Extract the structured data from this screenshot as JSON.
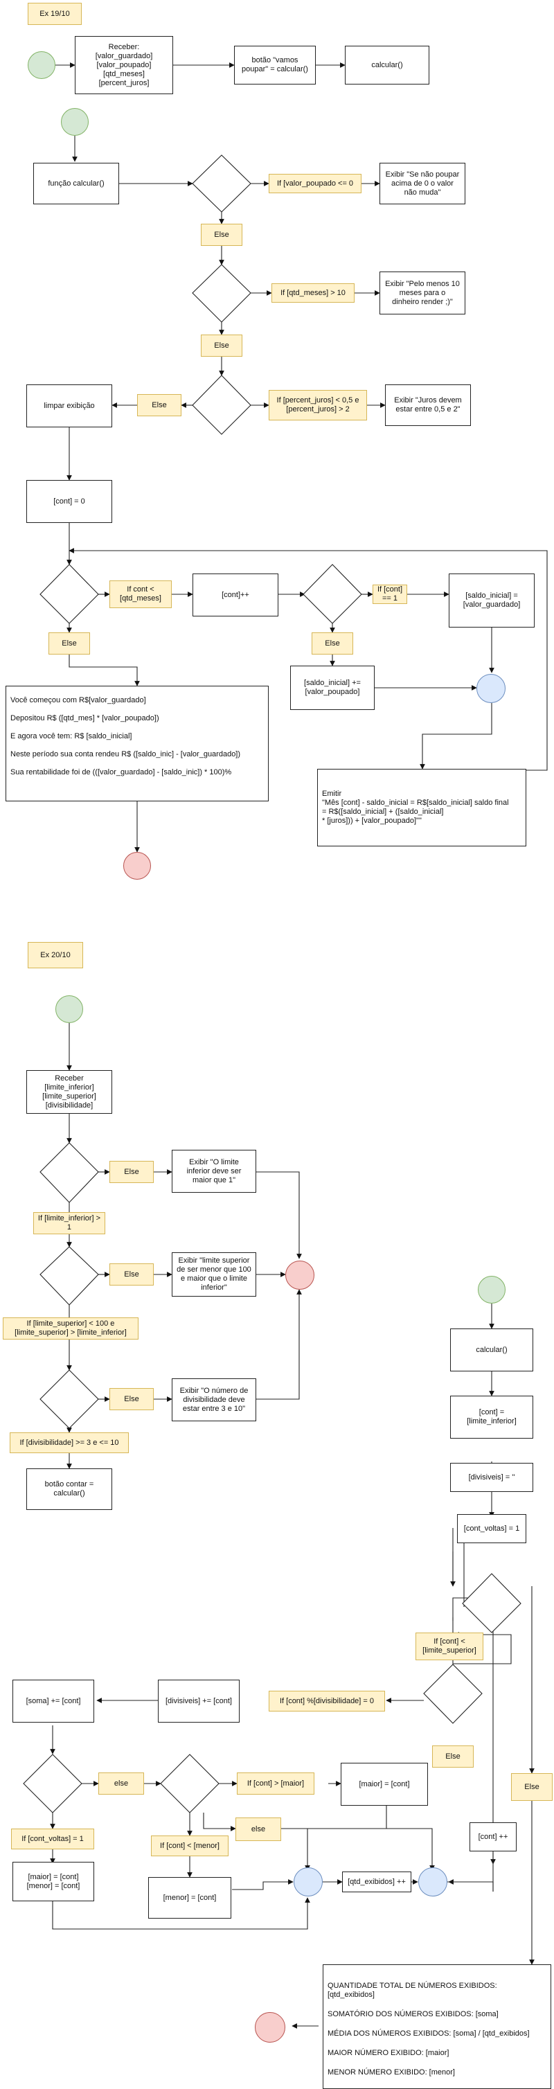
{
  "ex19": {
    "title": "Ex 19/10",
    "receber": "Receber:\n[valor_guardado]\n[valor_poupado]\n[qtd_meses]\n[percent_juros]",
    "botao": "botão \"vamos\npoupar\" = calcular()",
    "calcular": "calcular()",
    "funcao": "função calcular()",
    "cond_poupado": "If [valor_poupado <= 0",
    "msg_poupado": "Exibir \"Se não poupar\nacima de 0 o valor\nnão muda\"",
    "cond_meses": "If [qtd_meses] > 10",
    "msg_meses": "Exibir \"Pelo menos 10\nmeses para o\ndinheiro render ;)\"",
    "cond_juros": "If [percent_juros] < 0,5 e\n[percent_juros] > 2",
    "msg_juros": "Exibir \"Juros devem\nestar entre 0,5 e 2\"",
    "limpar": "limpar exibição",
    "cont_zero": "[cont] = 0",
    "cond_loop": "If cont <\n[qtd_meses]",
    "cont_inc": "[cont]++",
    "cond_cont1": "If [cont] == 1",
    "saldo_init": "[saldo_inicial] =\n[valor_guardado]",
    "saldo_add": "[saldo_inicial] +=\n[valor_poupado]",
    "emitir": "Emitir\n\"Mês [cont] - saldo_inicial = R$[saldo_inicial] saldo final\n= R$([saldo_inicial] + ([saldo_inicial]\n* [juros])) + [valor_poupado]\"\"",
    "result_lines": [
      "Você começou com R$[valor_guardado]",
      "Depositou R$ ([qtd_mes] * [valor_poupado])",
      "E agora você tem: R$ [saldo_inicial]",
      "Neste período sua conta rendeu R$ ([saldo_inic] - [valor_guardado])",
      "Sua rentabilidade foi de (([valor_guardado] - [saldo_inic]) * 100)%"
    ]
  },
  "ex20": {
    "title": "Ex 20/10",
    "receber": "Receber\n[limite_inferior]\n[limite_superior]\n[divisibilidade]",
    "msg_inferior": "Exibir \"O limite\ninferior deve ser\nmaior que 1\"",
    "cond_inferior": "If [limite_inferior] >\n1",
    "msg_superior": "Exibir \"limite superior\nde ser menor que 100\ne maior que o limite\ninferior\"",
    "cond_superior": "If [limite_superior] < 100 e\n[limite_superior] > [limite_inferior]",
    "msg_divis": "Exibir \"O número de\ndivisibilidade deve\nestar entre 3 e 10\"",
    "cond_divis": "If [divisibilidade] >= 3 e <= 10",
    "botao_contar": "botão contar =\ncalcular()",
    "calcular": "calcular()",
    "cont_init": "[cont] =\n[limite_inferior]",
    "divisiveis_init": "[divisiveis] = ''",
    "cont_voltas_init": "[cont_voltas] = 1",
    "cond_loop": "If [cont] <\n[limite_superior]",
    "cond_mod": "If [cont] %[divisibilidade] = 0",
    "divisiveis_add": "[divisiveis] += [cont]",
    "soma_add": "[soma] += [cont]",
    "cond_maior": "If [cont] > [maior]",
    "maior_set": "[maior] = [cont]",
    "cond_voltas": "If [cont_voltas] = 1",
    "maior_menor_set": "[maior] = [cont]\n[menor] = [cont]",
    "cond_menor": "If [cont] < [menor]",
    "menor_set": "[menor] = [cont]",
    "qtd_inc": "[qtd_exibidos] ++",
    "cont_inc": "[cont] ++",
    "summary_lines": [
      "QUANTIDADE TOTAL DE NÚMEROS EXIBIDOS:\n[qtd_exibidos]",
      "SOMATÓRIO DOS NÚMEROS EXIBIDOS: [soma]",
      "MÉDIA DOS NÚMEROS EXIBIDOS: [soma] / [qtd_exibidos]",
      "MAIOR NÚMERO EXIBIDO: [maior]",
      "MENOR NÚMERO EXIBIDO: [menor]"
    ]
  },
  "labels": {
    "else": "Else",
    "else_lower": "else"
  }
}
